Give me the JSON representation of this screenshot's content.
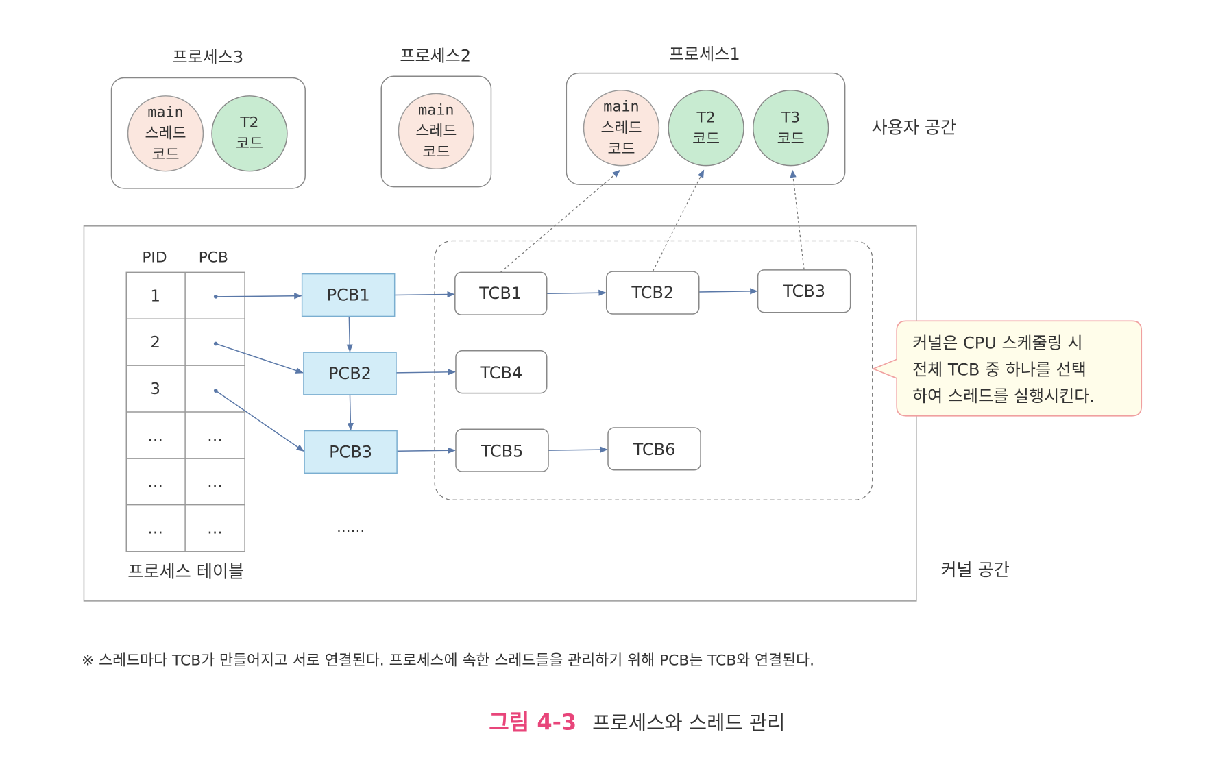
{
  "processes": [
    {
      "label": "프로세스3",
      "threads": [
        [
          "main",
          "스레드",
          "코드"
        ],
        [
          "T2",
          "코드"
        ]
      ]
    },
    {
      "label": "프로세스2",
      "threads": [
        [
          "main",
          "스레드",
          "코드"
        ]
      ]
    },
    {
      "label": "프로세스1",
      "threads": [
        [
          "main",
          "스레드",
          "코드"
        ],
        [
          "T2",
          "코드"
        ],
        [
          "T3",
          "코드"
        ]
      ]
    }
  ],
  "user_space_label": "사용자 공간",
  "kernel_space_label": "커널 공간",
  "table": {
    "headers": [
      "PID",
      "PCB"
    ],
    "rows": [
      [
        "1",
        "•"
      ],
      [
        "2",
        "•"
      ],
      [
        "3",
        "•"
      ],
      [
        "…",
        "…"
      ],
      [
        "…",
        "…"
      ],
      [
        "…",
        "…"
      ]
    ],
    "caption": "프로세스 테이블"
  },
  "pcbs": [
    "PCB1",
    "PCB2",
    "PCB3"
  ],
  "tcbs": [
    "TCB1",
    "TCB2",
    "TCB3",
    "TCB4",
    "TCB5",
    "TCB6"
  ],
  "ellipsis": "……",
  "callout": [
    "커널은 CPU 스케줄링 시",
    "전체 TCB 중 하나를 선택",
    "하여 스레드를 실행시킨다."
  ],
  "note": "※ 스레드마다 TCB가 만들어지고 서로 연결된다. 프로세스에 속한 스레드들을 관리하기 위해 PCB는 TCB와 연결된다.",
  "caption": {
    "number": "그림 4-3",
    "title": "프로세스와 스레드 관리"
  },
  "colors": {
    "caption_accent": "#e8457a",
    "pcb_fill": "#d3edf8",
    "main_thread": "#fbe7df",
    "thread": "#c8ebd1",
    "callout_fill": "#fffdea",
    "callout_border": "#f0a0a0"
  }
}
